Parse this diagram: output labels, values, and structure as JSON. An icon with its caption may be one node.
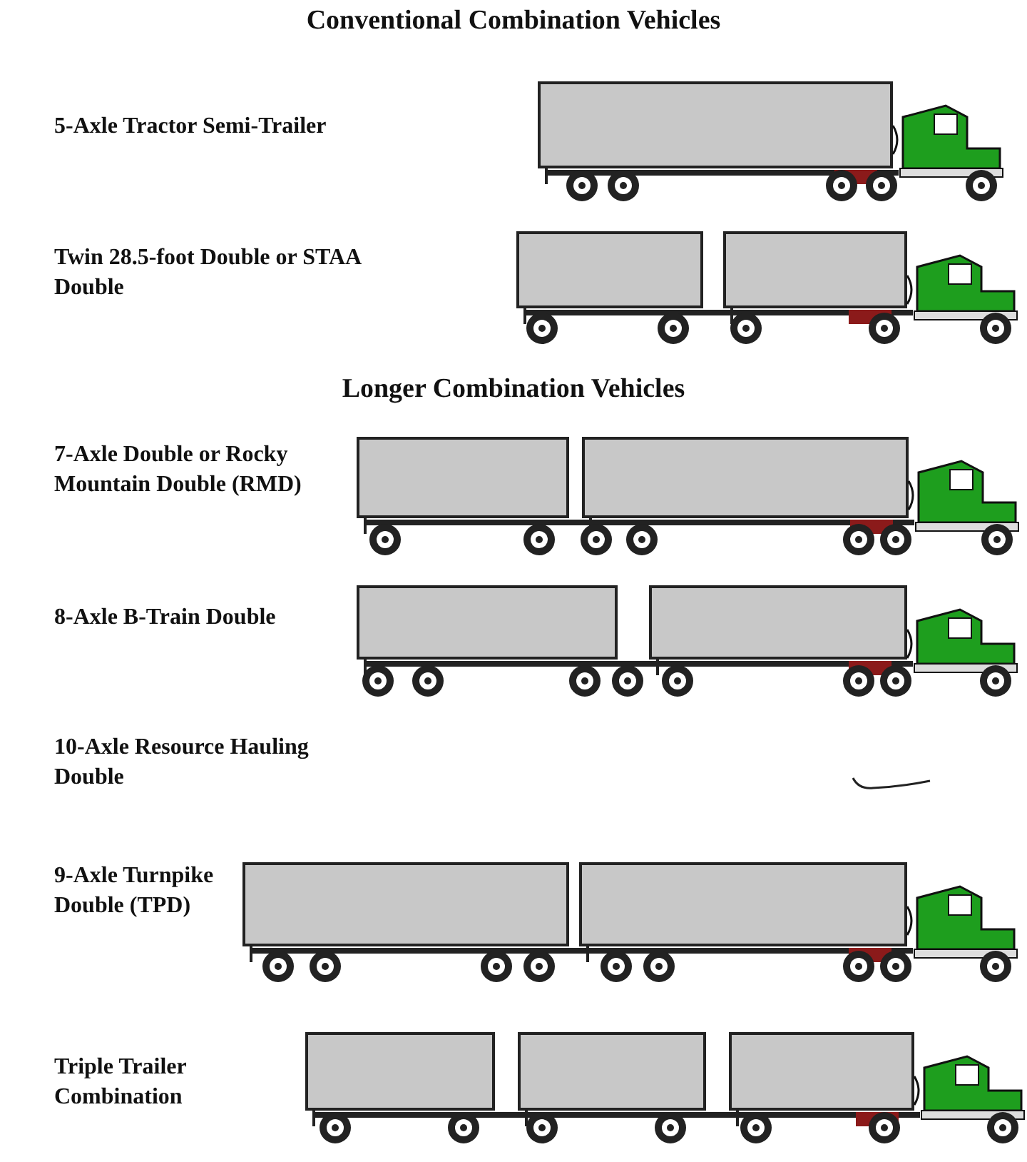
{
  "diagram": {
    "labels": [
      "Conventional Combination Vehicles",
      "5-Axle Tractor Semi-Trailer",
      "Twin 28.5-foot Double or STAA Double",
      "Longer Combination Vehicles",
      "7-Axle Double or Rocky Mountain Double (RMD)",
      "8-Axle B-Train Double",
      "10-Axle Resource Hauling Double",
      "9-Axle Turnpike Double (TPD)",
      "Triple Trailer Combination"
    ]
  }
}
